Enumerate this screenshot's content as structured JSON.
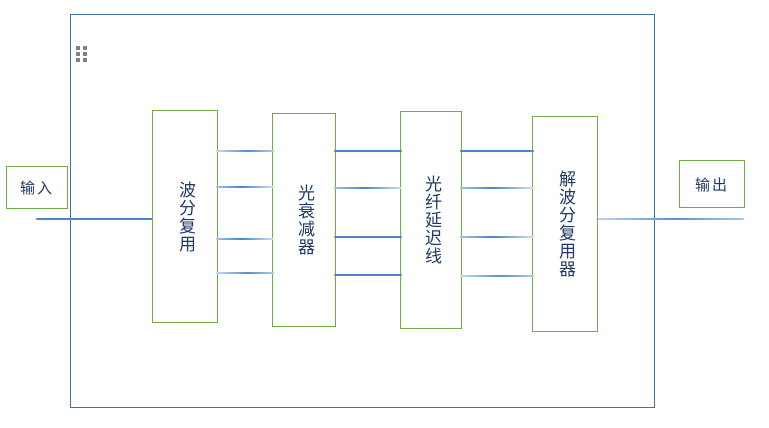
{
  "diagram": {
    "title": "",
    "type": "block-diagram",
    "colors": {
      "boundary": "#4472a8",
      "module_border": "#70ad47",
      "wire": "#4a86c8",
      "text": "#1f3864",
      "handle_dot": "#7f7f7f",
      "background": "#ffffff"
    },
    "boundary": {
      "name": "system-boundary"
    },
    "handle": {
      "name": "move-handle",
      "dot_count": 6
    },
    "endpoints": [
      {
        "id": "input",
        "label": "输入"
      },
      {
        "id": "output",
        "label": "输出"
      }
    ],
    "modules": [
      {
        "id": "wdm",
        "label": "波分复用"
      },
      {
        "id": "atten",
        "label": "光衰减器"
      },
      {
        "id": "delay",
        "label": "光纤延迟线"
      },
      {
        "id": "demux",
        "label": "解波分复用器"
      }
    ],
    "connections": {
      "input_bus": {
        "id": "wire-input-bus",
        "label": ""
      },
      "output_bus": {
        "id": "wire-output-bus",
        "label": ""
      },
      "groups": [
        {
          "id": "wdm-to-attenuator",
          "from": "wdm",
          "to": "atten",
          "channels": 4,
          "y_positions": [
            150,
            186,
            238,
            272
          ]
        },
        {
          "id": "attenuator-to-delay",
          "from": "atten",
          "to": "delay",
          "channels": 4,
          "y_positions": [
            150,
            187,
            236,
            274
          ]
        },
        {
          "id": "delay-to-demux",
          "from": "delay",
          "to": "demux",
          "channels": 4,
          "y_positions": [
            150,
            187,
            236,
            275
          ]
        }
      ]
    }
  }
}
